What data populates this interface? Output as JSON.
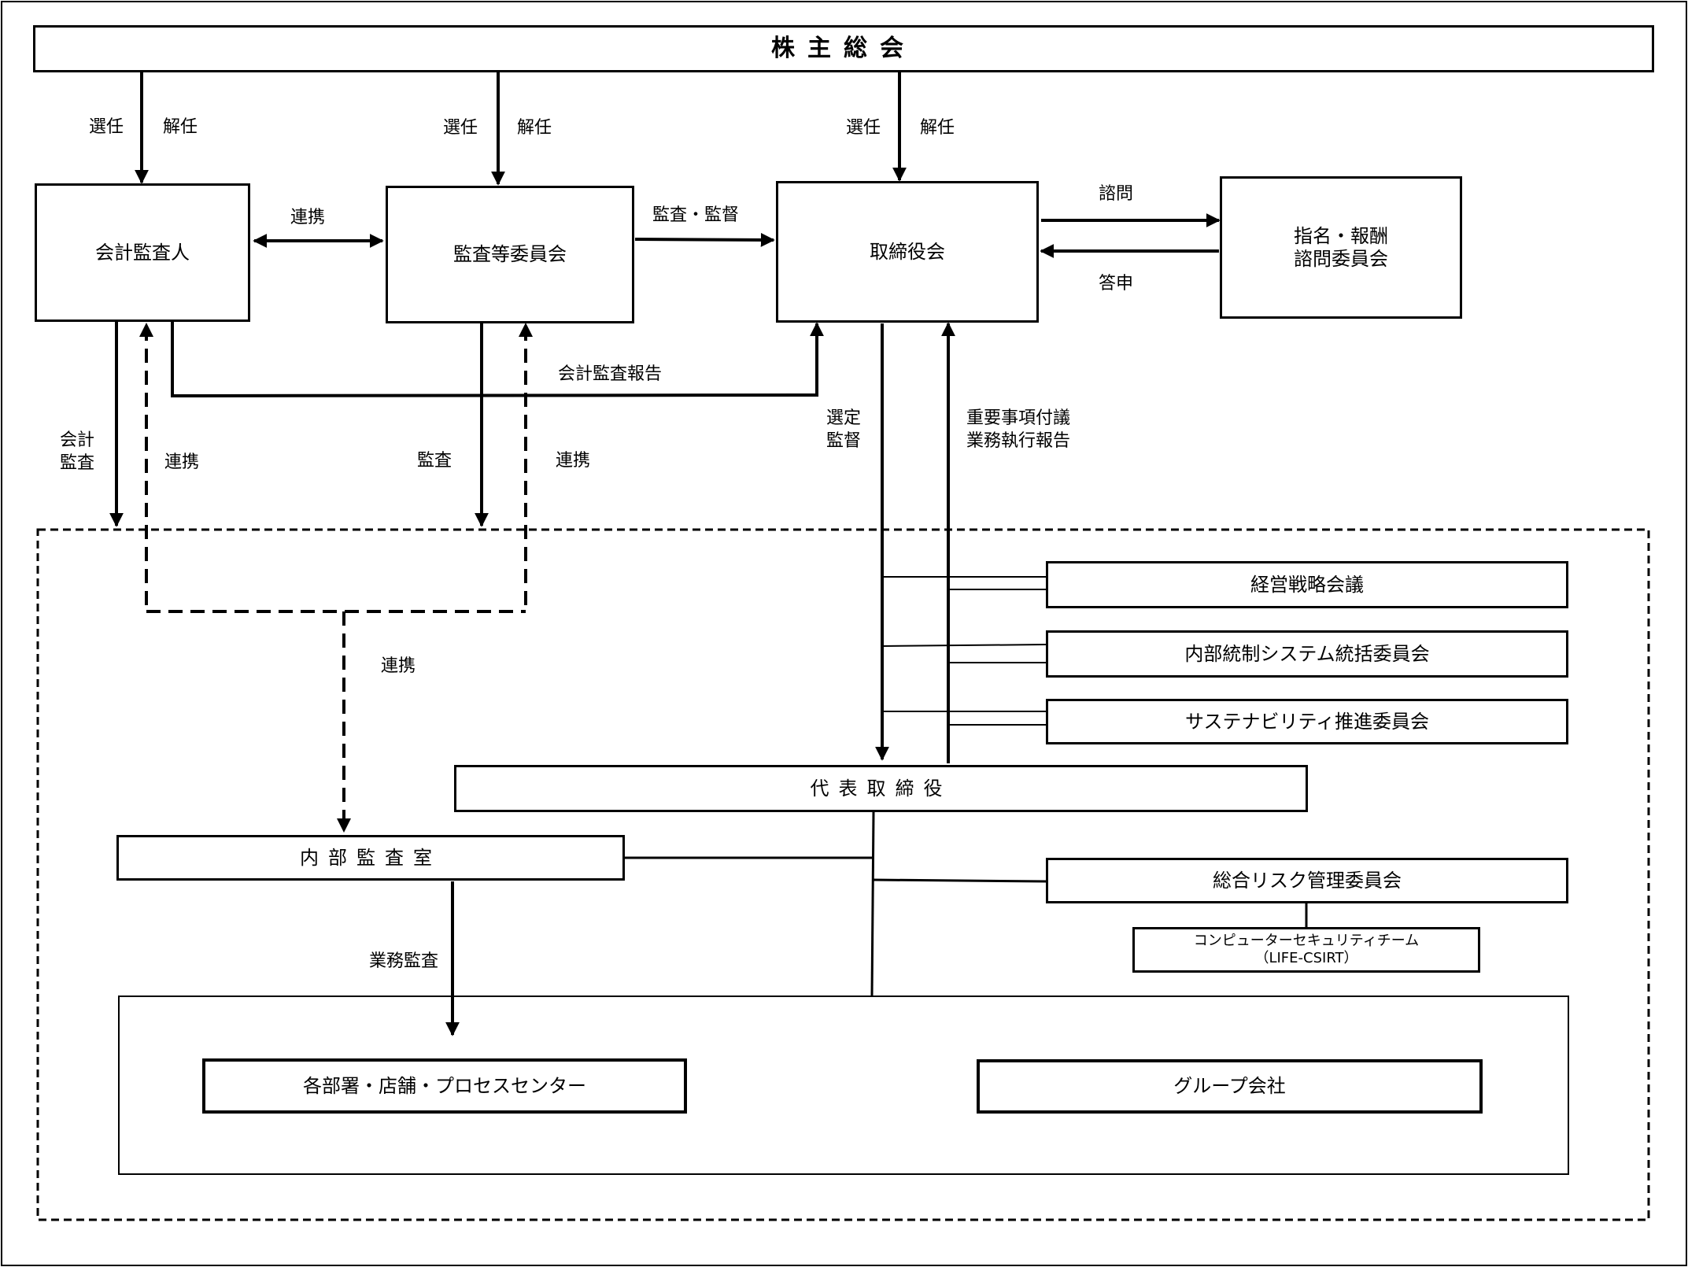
{
  "boxes": {
    "shareholders": "株主総会",
    "accounting_auditor": "会計監査人",
    "audit_committee": "監査等委員会",
    "board": "取締役会",
    "nomination_committee": "指名・報酬\n諮問委員会",
    "strategy_meeting": "経営戦略会議",
    "internal_control": "内部統制システム統括委員会",
    "sustainability": "サステナビリティ推進委員会",
    "representative_director": "代表取締役",
    "internal_audit": "内部監査室",
    "risk_committee": "総合リスク管理委員会",
    "csirt": "コンピューターセキュリティチーム\n（LIFE-CSIRT）",
    "departments": "各部署・店舗・プロセスセンター",
    "group_companies": "グループ会社"
  },
  "labels": {
    "appoint_1": "選任",
    "dismiss_1": "解任",
    "appoint_2": "選任",
    "dismiss_2": "解任",
    "appoint_3": "選任",
    "dismiss_3": "解任",
    "coop_top": "連携",
    "audit_supervise": "監査・監督",
    "consult": "諮問",
    "report_back": "答申",
    "accounting_audit_report": "会計監査報告",
    "accounting_audit": "会計\n監査",
    "coop_left": "連携",
    "audit": "監査",
    "coop_right": "連携",
    "select_supervise": "選定\n監督",
    "important_matters": "重要事項付議\n業務執行報告",
    "coop_dashed": "連携",
    "business_audit": "業務監査"
  }
}
